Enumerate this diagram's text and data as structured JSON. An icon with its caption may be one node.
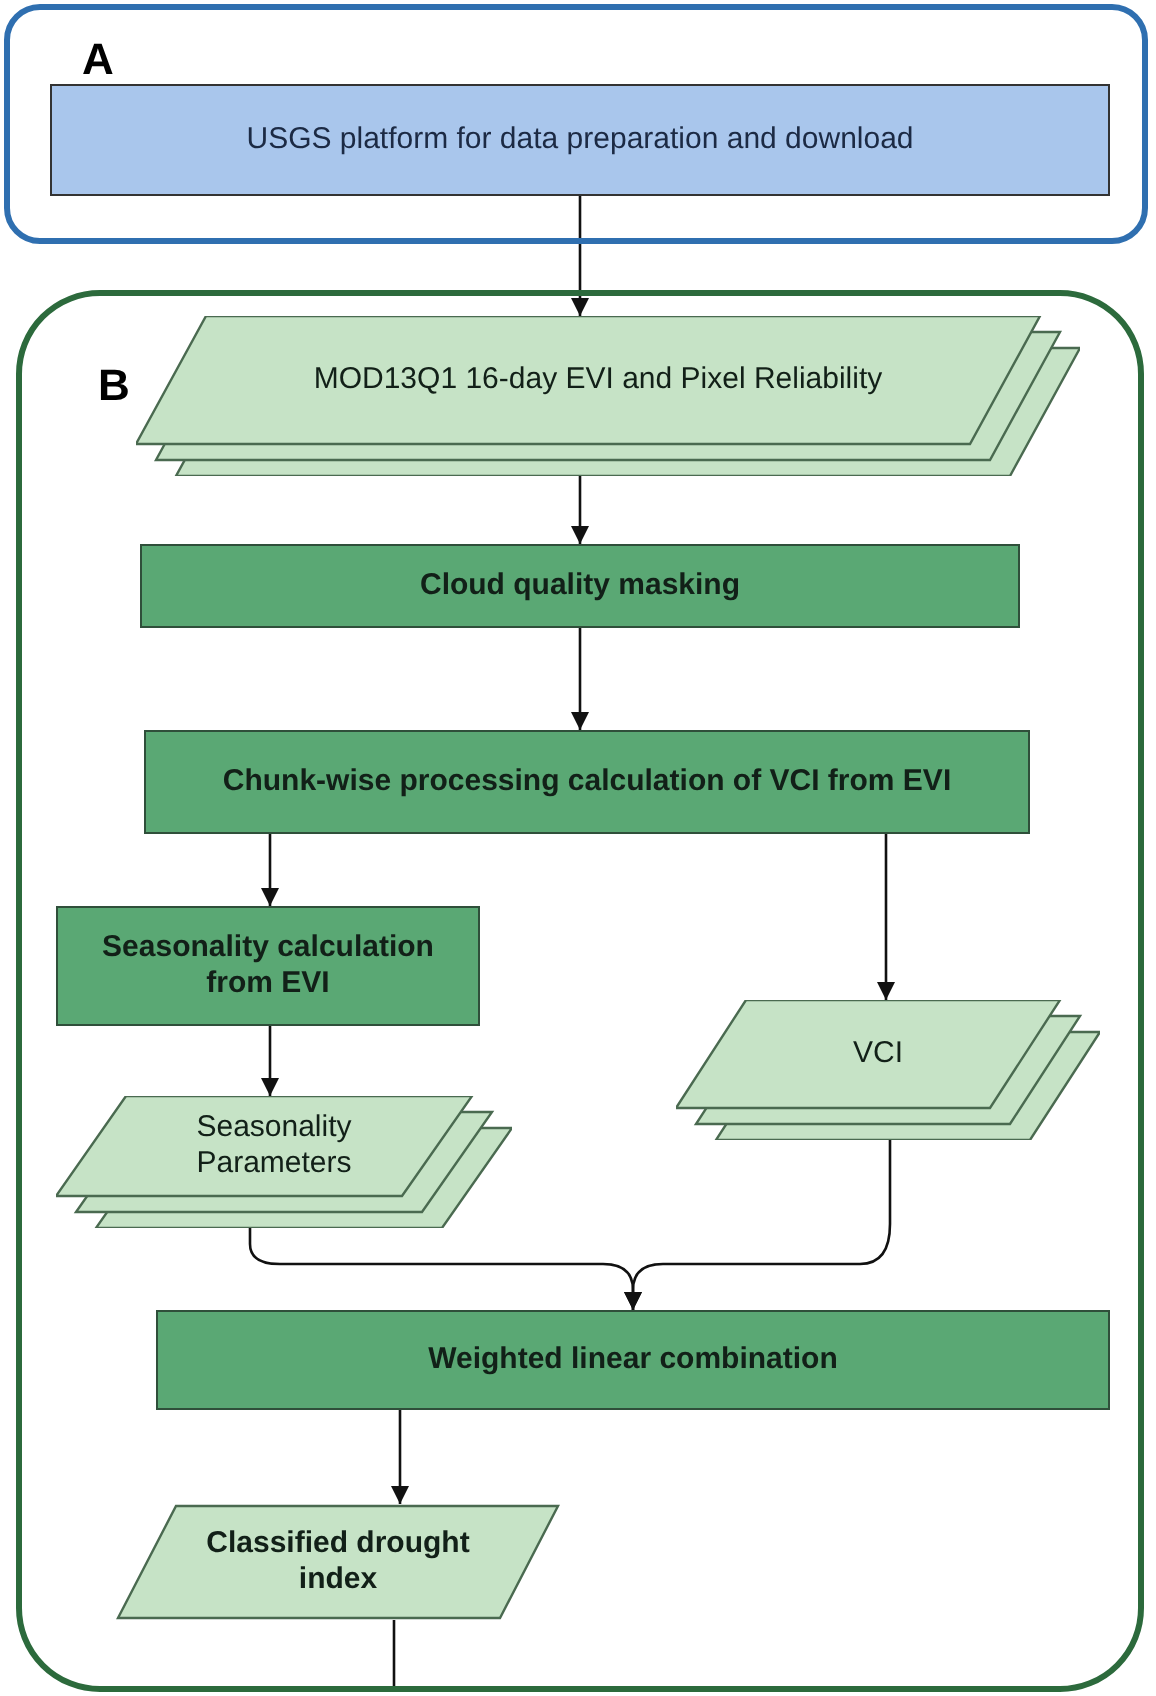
{
  "diagram": {
    "nodes": [
      {
        "text": [
          "A"
        ]
      },
      {
        "text": [
          "USGS platform for data preparation and download"
        ],
        "in": 0
      },
      {
        "text": [
          "B"
        ]
      },
      {
        "text": [
          "MOD13Q1 16-day EVI and Pixel Reliability"
        ],
        "in": 2
      },
      {
        "text": [
          "Cloud quality masking"
        ],
        "in": 2
      },
      {
        "text": [
          "Chunk-wise processing calculation of VCI from EVI"
        ],
        "in": 2
      },
      {
        "text": [
          "Seasonality calculation from EVI"
        ],
        "in": 2
      },
      {
        "text": [
          "VCI"
        ],
        "in": 2
      },
      {
        "text": [
          "Seasonality Parameters"
        ],
        "in": 2
      },
      {
        "text": [
          "Weighted linear combination"
        ],
        "in": 2
      },
      {
        "text": [
          "Classified drought index"
        ],
        "in": 2
      }
    ],
    "edges": [
      {
        "from": 1,
        "to": 3,
        "arrow": "to"
      },
      {
        "from": 3,
        "to": 4,
        "arrow": "to"
      },
      {
        "from": 4,
        "to": 5,
        "arrow": "to"
      },
      {
        "from": 5,
        "to": 6,
        "arrow": "to"
      },
      {
        "from": 5,
        "to": 7,
        "arrow": "to"
      },
      {
        "from": 6,
        "to": 8,
        "arrow": "to"
      },
      {
        "from": 8,
        "to": 9,
        "arrow": "to"
      },
      {
        "from": 7,
        "to": 9,
        "arrow": "to"
      },
      {
        "from": 9,
        "to": 10,
        "arrow": "to"
      },
      {
        "from": 10,
        "to": null,
        "arrow": "none"
      }
    ]
  }
}
